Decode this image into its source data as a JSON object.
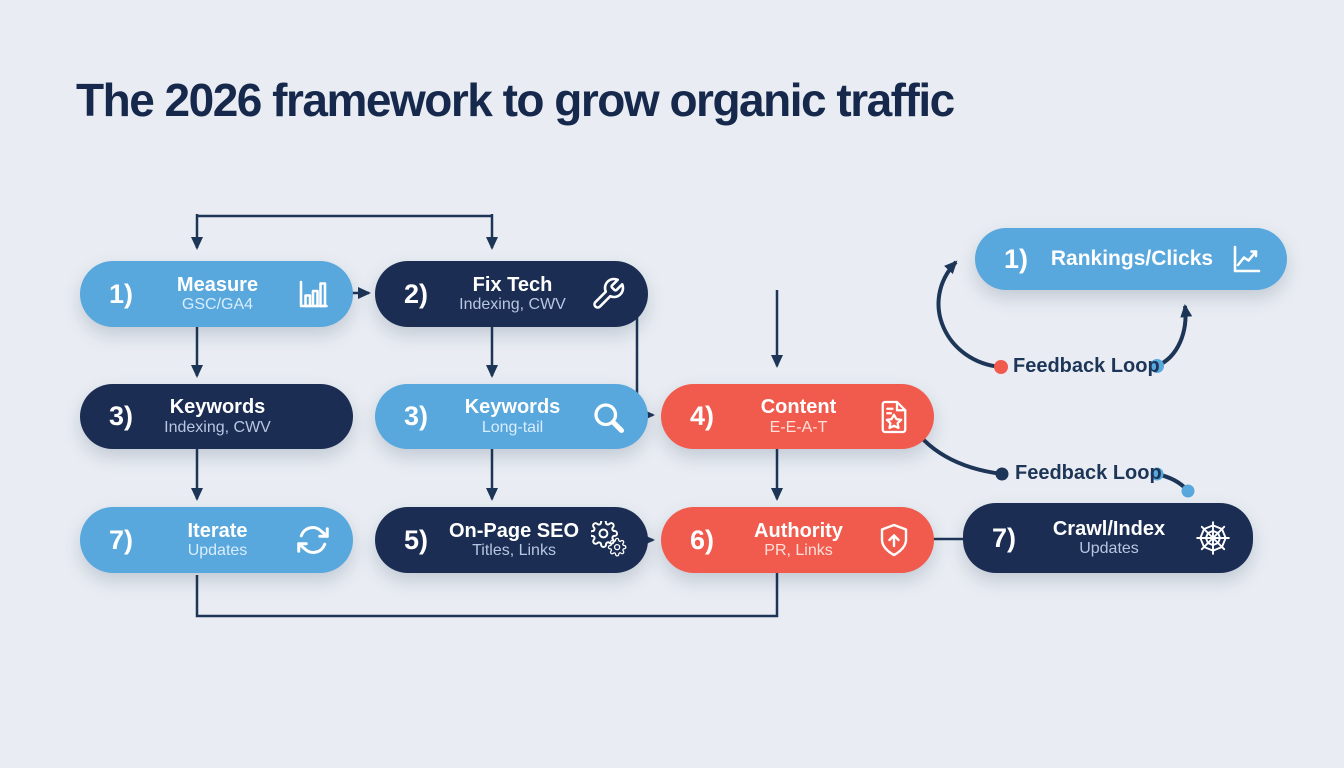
{
  "page": {
    "title": "The 2026 framework to grow organic traffic"
  },
  "colors": {
    "background": "#e9edf3",
    "title_text": "#16294c",
    "node_blue": "#58a7dd",
    "node_navy": "#1b2d52",
    "node_red": "#f15b4d",
    "connector": "#1d3557",
    "dot_red": "#f15b4d",
    "dot_blue": "#58a7dd",
    "dot_navy": "#1d3557"
  },
  "nodes": [
    {
      "id": "measure",
      "number": "1)",
      "label": "Measure",
      "sublabel": "GSC/GA4",
      "variant": "blue",
      "icon": "bar-chart-icon"
    },
    {
      "id": "fix-tech",
      "number": "2)",
      "label": "Fix Tech",
      "sublabel": "Indexing, CWV",
      "variant": "navy",
      "icon": "wrench-icon"
    },
    {
      "id": "rankings",
      "number": "1)",
      "label": "Rankings/Clicks",
      "sublabel": "",
      "variant": "blue",
      "icon": "line-chart-icon"
    },
    {
      "id": "keywords-a",
      "number": "3)",
      "label": "Keywords",
      "sublabel": "Indexing, CWV",
      "variant": "navy",
      "icon": ""
    },
    {
      "id": "keywords-b",
      "number": "3)",
      "label": "Keywords",
      "sublabel": "Long-tail",
      "variant": "blue",
      "icon": "search-icon"
    },
    {
      "id": "content",
      "number": "4)",
      "label": "Content",
      "sublabel": "E-E-A-T",
      "variant": "red",
      "icon": "document-star-icon"
    },
    {
      "id": "iterate",
      "number": "7)",
      "label": "Iterate",
      "sublabel": "Updates",
      "variant": "blue",
      "icon": "refresh-icon"
    },
    {
      "id": "on-page",
      "number": "5)",
      "label": "On-Page SEO",
      "sublabel": "Titles, Links",
      "variant": "navy",
      "icon": "gears-icon"
    },
    {
      "id": "authority",
      "number": "6)",
      "label": "Authority",
      "sublabel": "PR, Links",
      "variant": "red",
      "icon": "shield-up-icon"
    },
    {
      "id": "crawl",
      "number": "7)",
      "label": "Crawl/Index",
      "sublabel": "Updates",
      "variant": "navy",
      "icon": "spider-web-icon"
    }
  ],
  "annotations": {
    "feedback_loop_top": "Feedback Loop",
    "feedback_loop_mid": "Feedback Loop"
  }
}
